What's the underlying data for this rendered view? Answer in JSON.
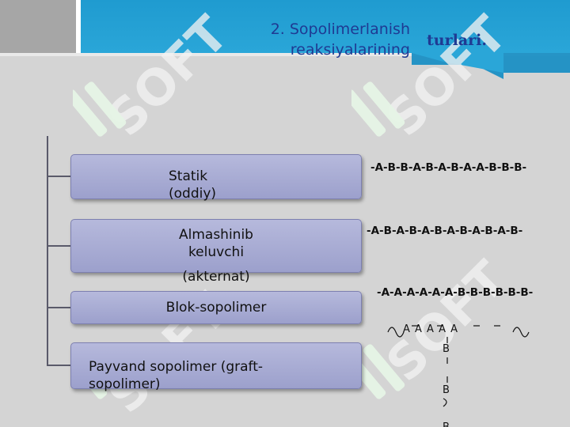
{
  "title": {
    "line1": "2. Sopolimerlanish",
    "line2": "reaksiyalarining",
    "bold": "turlari."
  },
  "watermark": {
    "text": "SOFT",
    "color": "#ffffff",
    "icon": "soft-logo-icon"
  },
  "boxes": [
    {
      "label": "Statik\n(oddiy)"
    },
    {
      "label": "Almashinib\nkeluvchi"
    },
    {
      "label": "Blok-sopolimer"
    },
    {
      "label": "Payvand sopolimer (graft-\nsopolimer)"
    }
  ],
  "box2_extra": "(akternat)",
  "sequences": [
    "-A-B-B-A-B-A-B-A-A-B-B-B-",
    "-A-B-A-B-A-B-A-B-A-B-A-B-",
    "-A-A-A-A-A-A-B-B-B-B-B-B-"
  ],
  "graft": {
    "main_chain": "A A A A A",
    "branch": [
      "B",
      "B",
      "B"
    ]
  },
  "colors": {
    "header_blue": "#2aa6d8",
    "title_text": "#1f3a93",
    "box_fill": "#a9acd6",
    "background": "#d4d4d4"
  }
}
